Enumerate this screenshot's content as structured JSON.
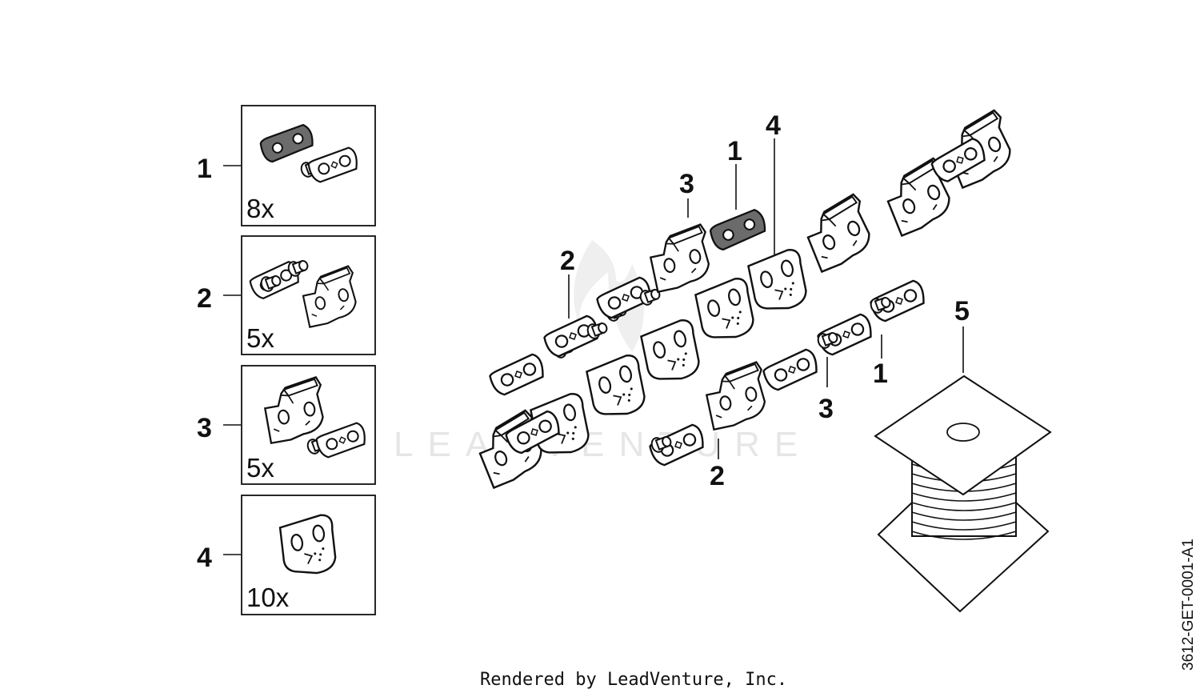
{
  "legend": [
    {
      "number": "1",
      "quantity": "8x"
    },
    {
      "number": "2",
      "quantity": "5x"
    },
    {
      "number": "3",
      "quantity": "5x"
    },
    {
      "number": "4",
      "quantity": "10x"
    }
  ],
  "callouts": {
    "c3_top": "3",
    "c1_top": "1",
    "c4_top": "4",
    "c2_left": "2",
    "c5": "5",
    "c1_right": "1",
    "c3_right": "3",
    "c2_bottom": "2"
  },
  "watermark": "LEADVENTURE",
  "footer": "Rendered by LeadVenture, Inc.",
  "diagram_code": "3612-GET-0001-A1",
  "colors": {
    "line": "#111111",
    "dark_link": "#6b6b6b",
    "watermark": "#e6e6e6"
  }
}
